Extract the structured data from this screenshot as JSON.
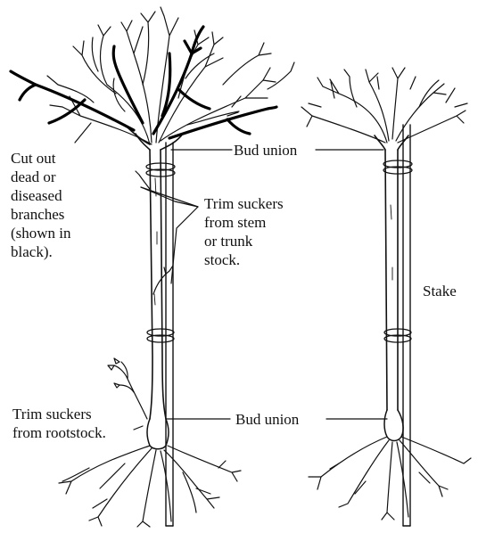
{
  "labels": {
    "cut_out": [
      "Cut out",
      "dead or",
      "diseased",
      "branches",
      "(shown in",
      "black)."
    ],
    "trim_stem": [
      "Trim suckers",
      "from stem",
      "or trunk",
      "stock."
    ],
    "trim_root": [
      "Trim suckers",
      "from rootstock."
    ],
    "bud_union_top": "Bud union",
    "bud_union_bottom": "Bud union",
    "stake": "Stake"
  },
  "colors": {
    "ink": "#111111",
    "dead_branches": "#000000",
    "background": "#ffffff"
  }
}
